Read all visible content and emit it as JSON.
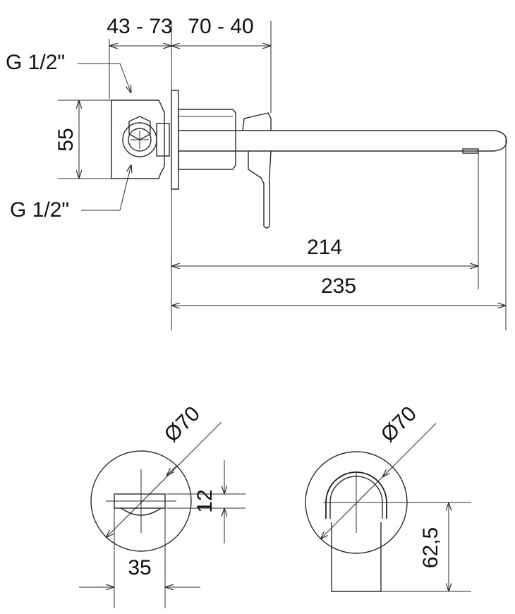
{
  "drawing": {
    "top_dims": {
      "wall_depth": "43 - 73",
      "projection": "70 - 40",
      "spout_reach": "214",
      "overall_length": "235",
      "inlet_spacing": "55"
    },
    "threads": {
      "top": "G 1/2\"",
      "bottom": "G 1/2\""
    },
    "bottom_left": {
      "diameter": "Ø70",
      "height": "12",
      "width": "35"
    },
    "bottom_right": {
      "diameter": "Ø70",
      "height": "62,5"
    },
    "colors": {
      "line": "#2b2b2b",
      "background": "#ffffff"
    }
  }
}
